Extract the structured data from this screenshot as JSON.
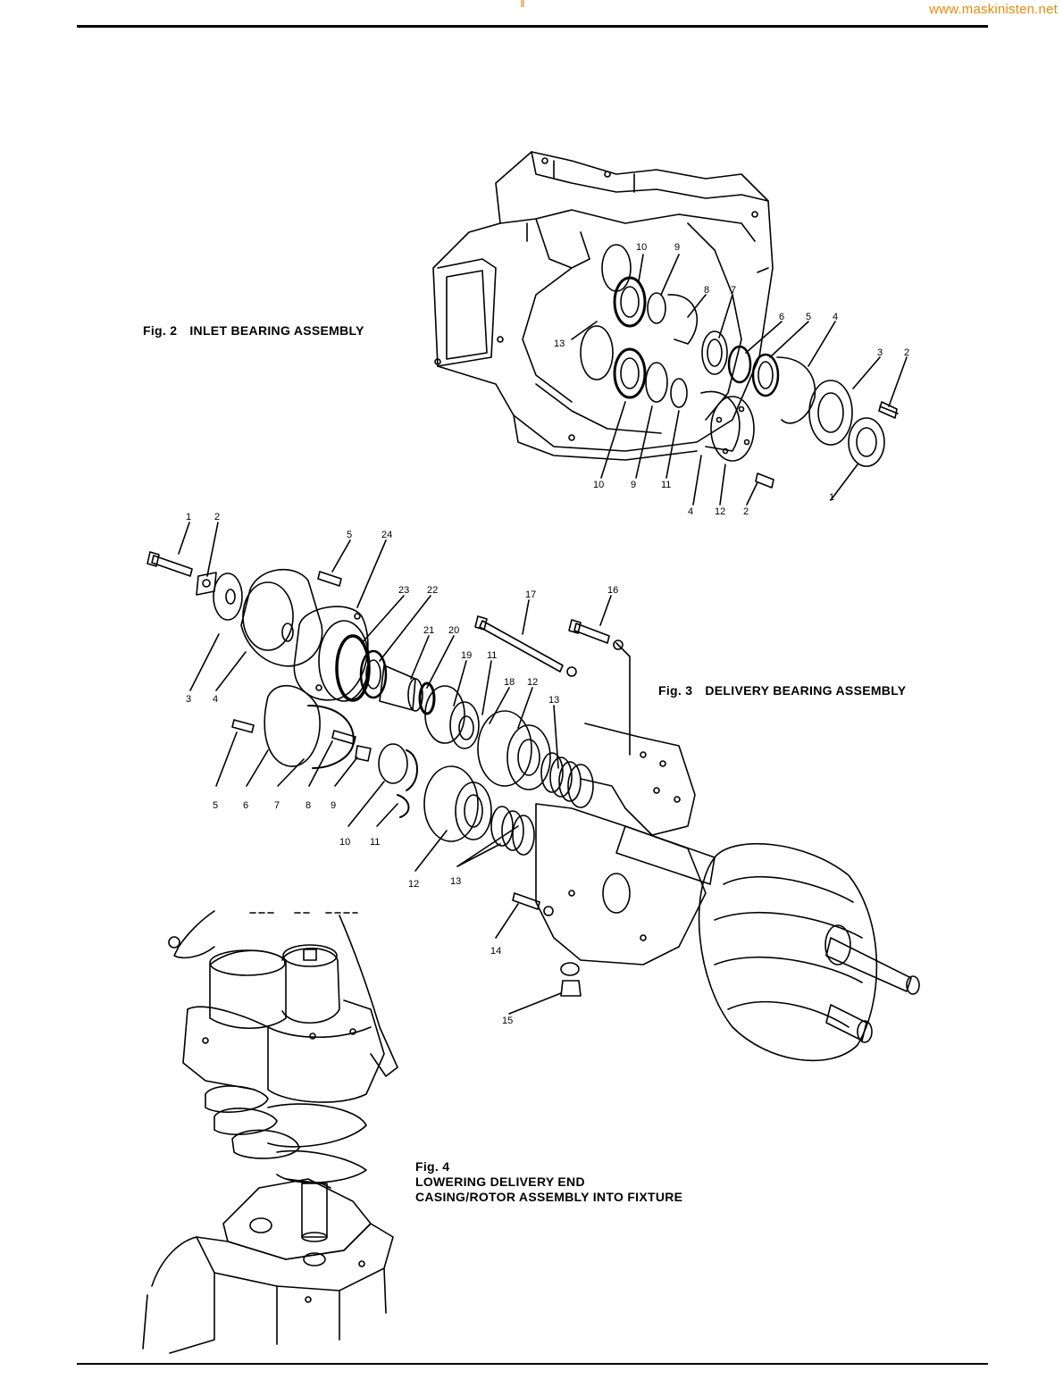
{
  "header": {
    "url": "www.maskinisten.net"
  },
  "figures": [
    {
      "id": "fig2",
      "label": "Fig. 2",
      "title": "INLET BEARING ASSEMBLY",
      "callouts": [
        "10",
        "9",
        "8",
        "7",
        "6",
        "5",
        "4",
        "3",
        "2",
        "13",
        "10",
        "9",
        "11",
        "4",
        "12",
        "2",
        "1"
      ]
    },
    {
      "id": "fig3",
      "label": "Fig. 3",
      "title": "DELIVERY BEARING ASSEMBLY",
      "callouts": [
        "1",
        "2",
        "5",
        "24",
        "23",
        "22",
        "17",
        "16",
        "21",
        "20",
        "19",
        "11",
        "18",
        "12",
        "13",
        "3",
        "4",
        "5",
        "6",
        "7",
        "8",
        "9",
        "10",
        "11",
        "12",
        "13",
        "14",
        "15"
      ]
    },
    {
      "id": "fig4",
      "label": "Fig. 4",
      "lines": [
        "LOWERING DELIVERY END",
        "CASING/ROTOR ASSEMBLY INTO FIXTURE"
      ]
    }
  ]
}
